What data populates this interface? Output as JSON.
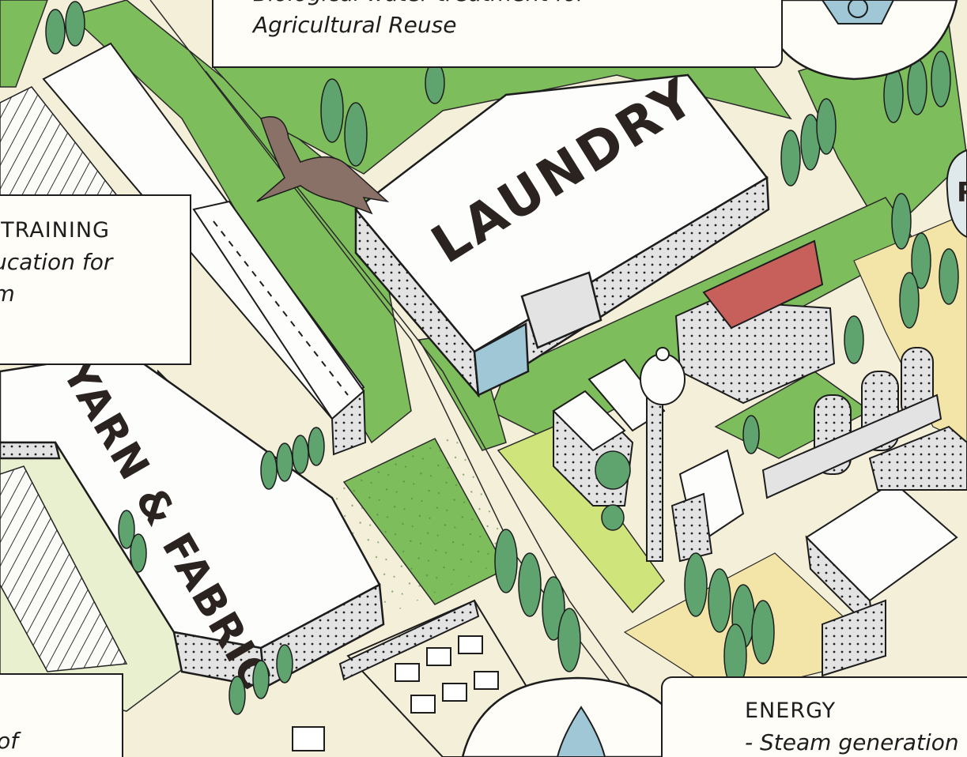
{
  "callouts": {
    "water": {
      "line1": "Biological water treatment for",
      "line2": "Agricultural Reuse"
    },
    "training": {
      "line1": "AL TRAINING",
      "line2": "education for",
      "line3": "num"
    },
    "left_bottom": {
      "line1": "e of"
    },
    "energy": {
      "line1": "ENERGY",
      "line2": "- Steam generation"
    }
  },
  "labels": {
    "laundry": "LAUNDRY",
    "yarn_fabric": "YARN & FABRIC",
    "edge_letter": "R"
  },
  "icons": [
    "recycle-icon",
    "water-drop-icon",
    "bird-icon",
    "water-tower-icon"
  ],
  "colors": {
    "grass": "#7ebd5c",
    "grass_light": "#cfe47a",
    "road": "#f4efd9",
    "roof": "#fdfdfb",
    "wall": "#dcdcdc",
    "tree": "#5fa36e",
    "roof_red": "#c7605a",
    "sand": "#f3e4a8",
    "water_blue": "#9fc7d6",
    "ink": "#1d1d1d"
  }
}
